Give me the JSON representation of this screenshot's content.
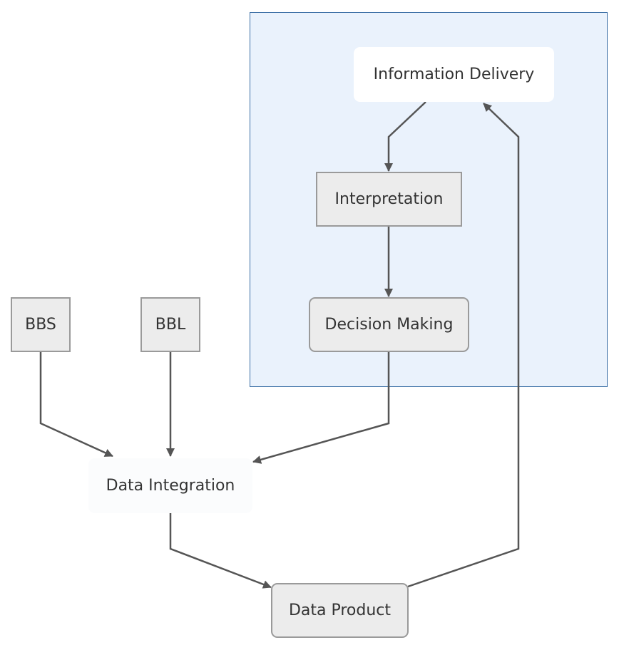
{
  "diagram": {
    "nodes": {
      "info_delivery": {
        "label": "Information Delivery"
      },
      "interpretation": {
        "label": "Interpretation"
      },
      "decision_making": {
        "label": "Decision Making"
      },
      "bbs": {
        "label": "BBS"
      },
      "bbl": {
        "label": "BBL"
      },
      "data_integration": {
        "label": "Data Integration"
      },
      "data_product": {
        "label": "Data Product"
      }
    },
    "edges": [
      {
        "from": "info_delivery",
        "to": "interpretation"
      },
      {
        "from": "interpretation",
        "to": "decision_making"
      },
      {
        "from": "decision_making",
        "to": "data_integration"
      },
      {
        "from": "bbs",
        "to": "data_integration"
      },
      {
        "from": "bbl",
        "to": "data_integration"
      },
      {
        "from": "data_integration",
        "to": "data_product"
      },
      {
        "from": "data_product",
        "to": "info_delivery"
      }
    ],
    "colors": {
      "group_fill": "#eaf2fc",
      "group_border": "#3a6ea5",
      "node_fill": "#ececec",
      "node_border": "#9a9a9a",
      "edge": "#555555",
      "text": "#333333"
    }
  }
}
